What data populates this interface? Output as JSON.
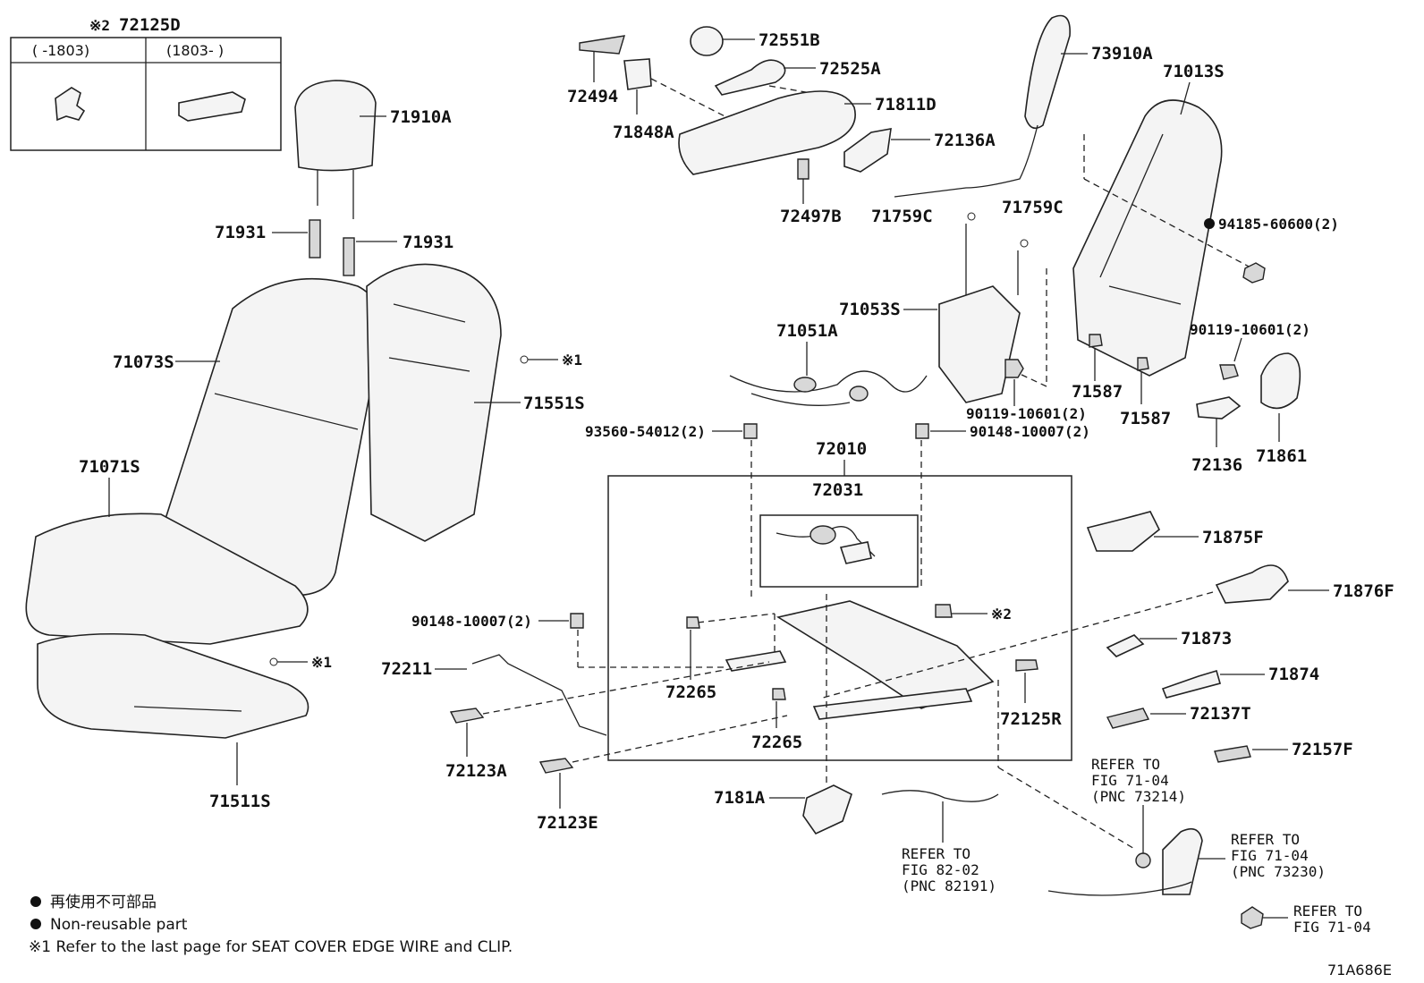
{
  "legend_box": {
    "title_mark": "※2",
    "title_part": "72125D",
    "col_left": "(    -1803)",
    "col_right": "(1803-    )"
  },
  "labels": {
    "p71910A": "71910A",
    "p71931a": "71931",
    "p71931b": "71931",
    "p71073S": "71073S",
    "p71551S": "71551S",
    "p71071S": "71071S",
    "p71511S": "71511S",
    "note1a": "※1",
    "note1b": "※1",
    "p72494": "72494",
    "p72551B": "72551B",
    "p72525A": "72525A",
    "p71811D": "71811D",
    "p71848A": "71848A",
    "p72136A": "72136A",
    "p72497B": "72497B",
    "p73910A": "73910A",
    "p71013S": "71013S",
    "p94185": "94185-60600(2)",
    "p71759Ca": "71759C",
    "p71759Cb": "71759C",
    "p71053S": "71053S",
    "p71051A": "71051A",
    "p90119a": "90119-10601(2)",
    "p90119b": "90119-10601(2)",
    "p71587a": "71587",
    "p71587b": "71587",
    "p72136": "72136",
    "p71861": "71861",
    "p93560": "93560-54012(2)",
    "p90148a": "90148-10007(2)",
    "p72010": "72010",
    "p72031": "72031",
    "p90148b": "90148-10007(2)",
    "note2": "※2",
    "p72211": "72211",
    "p72265a": "72265",
    "p72265b": "72265",
    "p72123A": "72123A",
    "p72123E": "72123E",
    "p72125R": "72125R",
    "p71875F": "71875F",
    "p71876F": "71876F",
    "p71873": "71873",
    "p71874": "71874",
    "p72137T": "72137T",
    "p72157F": "72157F",
    "p7181A": "7181A"
  },
  "refs": {
    "r1": [
      "REFER TO",
      "FIG 82-02",
      "(PNC 82191)"
    ],
    "r2": [
      "REFER TO",
      "FIG 71-04",
      "(PNC 73214)"
    ],
    "r3": [
      "REFER TO",
      "FIG 71-04",
      "(PNC 73230)"
    ],
    "r4": [
      "REFER TO",
      "FIG 71-04"
    ]
  },
  "footer": {
    "line_jp": "再使用不可部品",
    "line_en": "Non-reusable part",
    "line_note": "※1 Refer to the last page for SEAT COVER EDGE WIRE and CLIP.",
    "code": "71A686E"
  }
}
